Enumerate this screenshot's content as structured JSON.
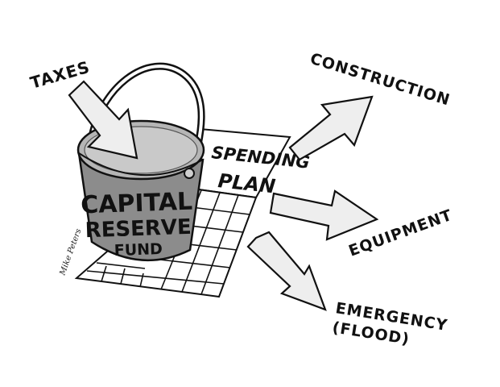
{
  "labels": {
    "taxes": "TAXES",
    "construction": "CONSTRUCTION",
    "equipment": "EQUIPMENT",
    "emergency_line1": "EMERGENCY",
    "emergency_line2": "(FLOOD)"
  },
  "bucket": {
    "line1": "CAPITAL",
    "line2": "RESERVE",
    "line3": "FUND"
  },
  "plan": {
    "line1": "SPENDING",
    "line2": "PLAN"
  },
  "signature": "Mike Peters",
  "colors": {
    "bucket_fill": "#8c8c8c",
    "bucket_inside": "#b5b5b5",
    "arrow_fill": "#eeeeee",
    "outline": "#111111",
    "background": "#ffffff"
  }
}
